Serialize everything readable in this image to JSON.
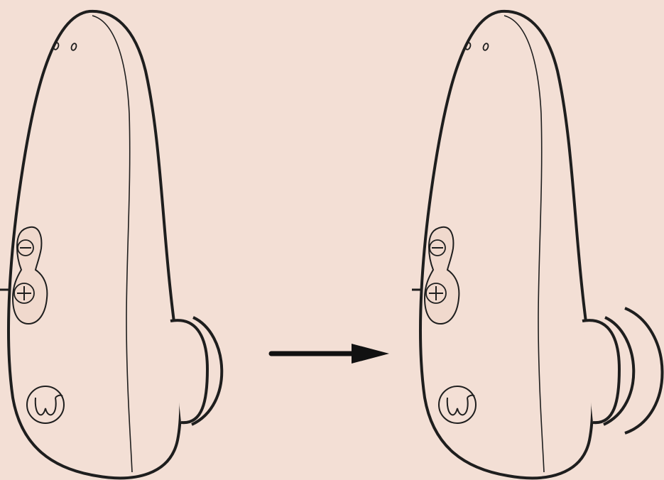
{
  "colors": {
    "background": "#f3dfd5",
    "outline": "#1e1e1e",
    "device_fill": "#f3dfd5"
  },
  "diagram": {
    "panels": [
      {
        "id": "before",
        "state": "suction-head-idle",
        "wave_count": 1
      },
      {
        "id": "after",
        "state": "suction-head-active",
        "wave_count": 2
      }
    ],
    "connector": {
      "icon": "arrow-right-icon"
    },
    "device_buttons": [
      {
        "icon": "minus-icon"
      },
      {
        "icon": "plus-icon"
      }
    ],
    "logo": {
      "icon": "w-logo-icon"
    }
  }
}
